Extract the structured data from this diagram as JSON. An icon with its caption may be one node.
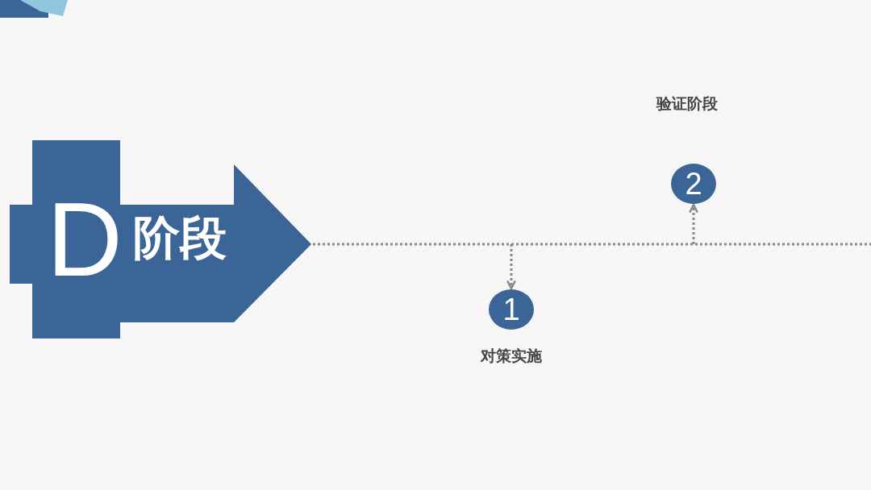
{
  "diagram": {
    "nodes": [
      {
        "text": [
          "D",
          "阶段"
        ]
      },
      {
        "text": [
          "1"
        ],
        "beside": [
          "对策实施"
        ]
      },
      {
        "text": [
          "2"
        ],
        "beside": [
          "验证阶段"
        ]
      }
    ],
    "edges": [
      {
        "from": 0,
        "to": null,
        "arrow": "none",
        "style": "dashed"
      },
      {
        "from": null,
        "to": 1,
        "arrow": "to",
        "style": "dashed"
      },
      {
        "from": null,
        "to": 2,
        "arrow": "to",
        "style": "dashed"
      }
    ]
  }
}
